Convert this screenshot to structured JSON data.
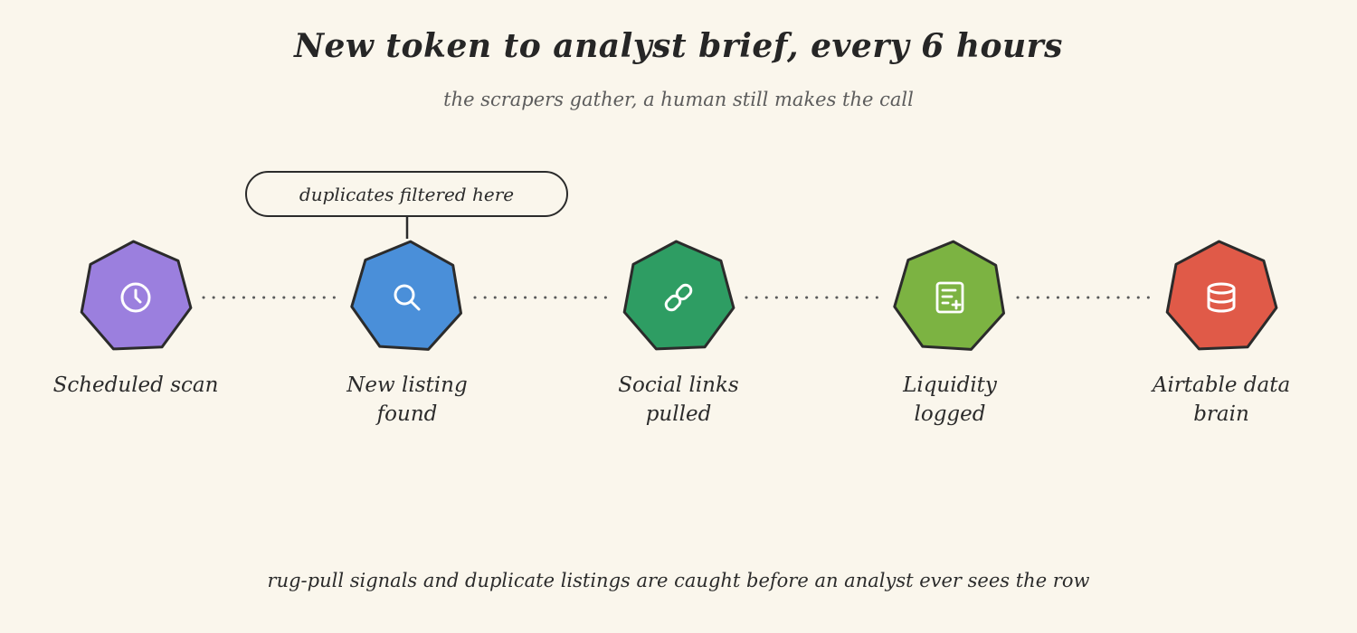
{
  "title": "New token to analyst brief, every 6 hours",
  "subtitle": "the scrapers gather, a human still makes the call",
  "callout": "duplicates filtered here",
  "nodes": [
    {
      "label": "Scheduled scan",
      "color": "#9b7fde",
      "icon": "clock-icon"
    },
    {
      "label": "New listing\nfound",
      "color": "#4a8fd9",
      "icon": "search-icon"
    },
    {
      "label": "Social links\npulled",
      "color": "#2e9d63",
      "icon": "link-icon"
    },
    {
      "label": "Liquidity\nlogged",
      "color": "#7cb342",
      "icon": "document-plus-icon"
    },
    {
      "label": "Airtable data\nbrain",
      "color": "#e05a48",
      "icon": "database-icon"
    }
  ],
  "footer": "rug-pull signals and duplicate listings are caught before an analyst ever sees the row"
}
